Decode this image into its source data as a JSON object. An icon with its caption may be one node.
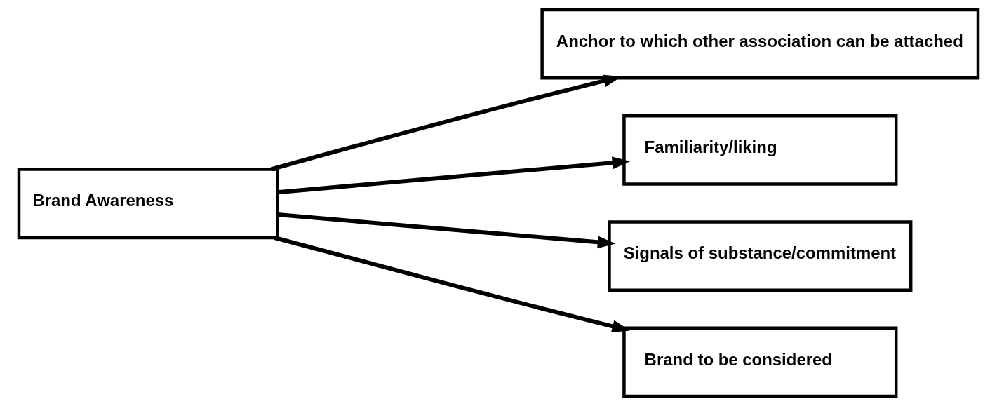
{
  "diagram": {
    "nodes": [
      {
        "text": [
          "Brand Awareness"
        ]
      },
      {
        "text": [
          "Anchor to which other association can be attached"
        ]
      },
      {
        "text": [
          "Familiarity/liking"
        ]
      },
      {
        "text": [
          "Signals of substance/commitment"
        ]
      },
      {
        "text": [
          "Brand to be considered"
        ]
      }
    ],
    "edges": [
      {
        "from": 0,
        "to": 1,
        "arrow": "to"
      },
      {
        "from": 0,
        "to": 2,
        "arrow": "to"
      },
      {
        "from": 0,
        "to": 3,
        "arrow": "to"
      },
      {
        "from": 0,
        "to": 4,
        "arrow": "to"
      }
    ]
  }
}
